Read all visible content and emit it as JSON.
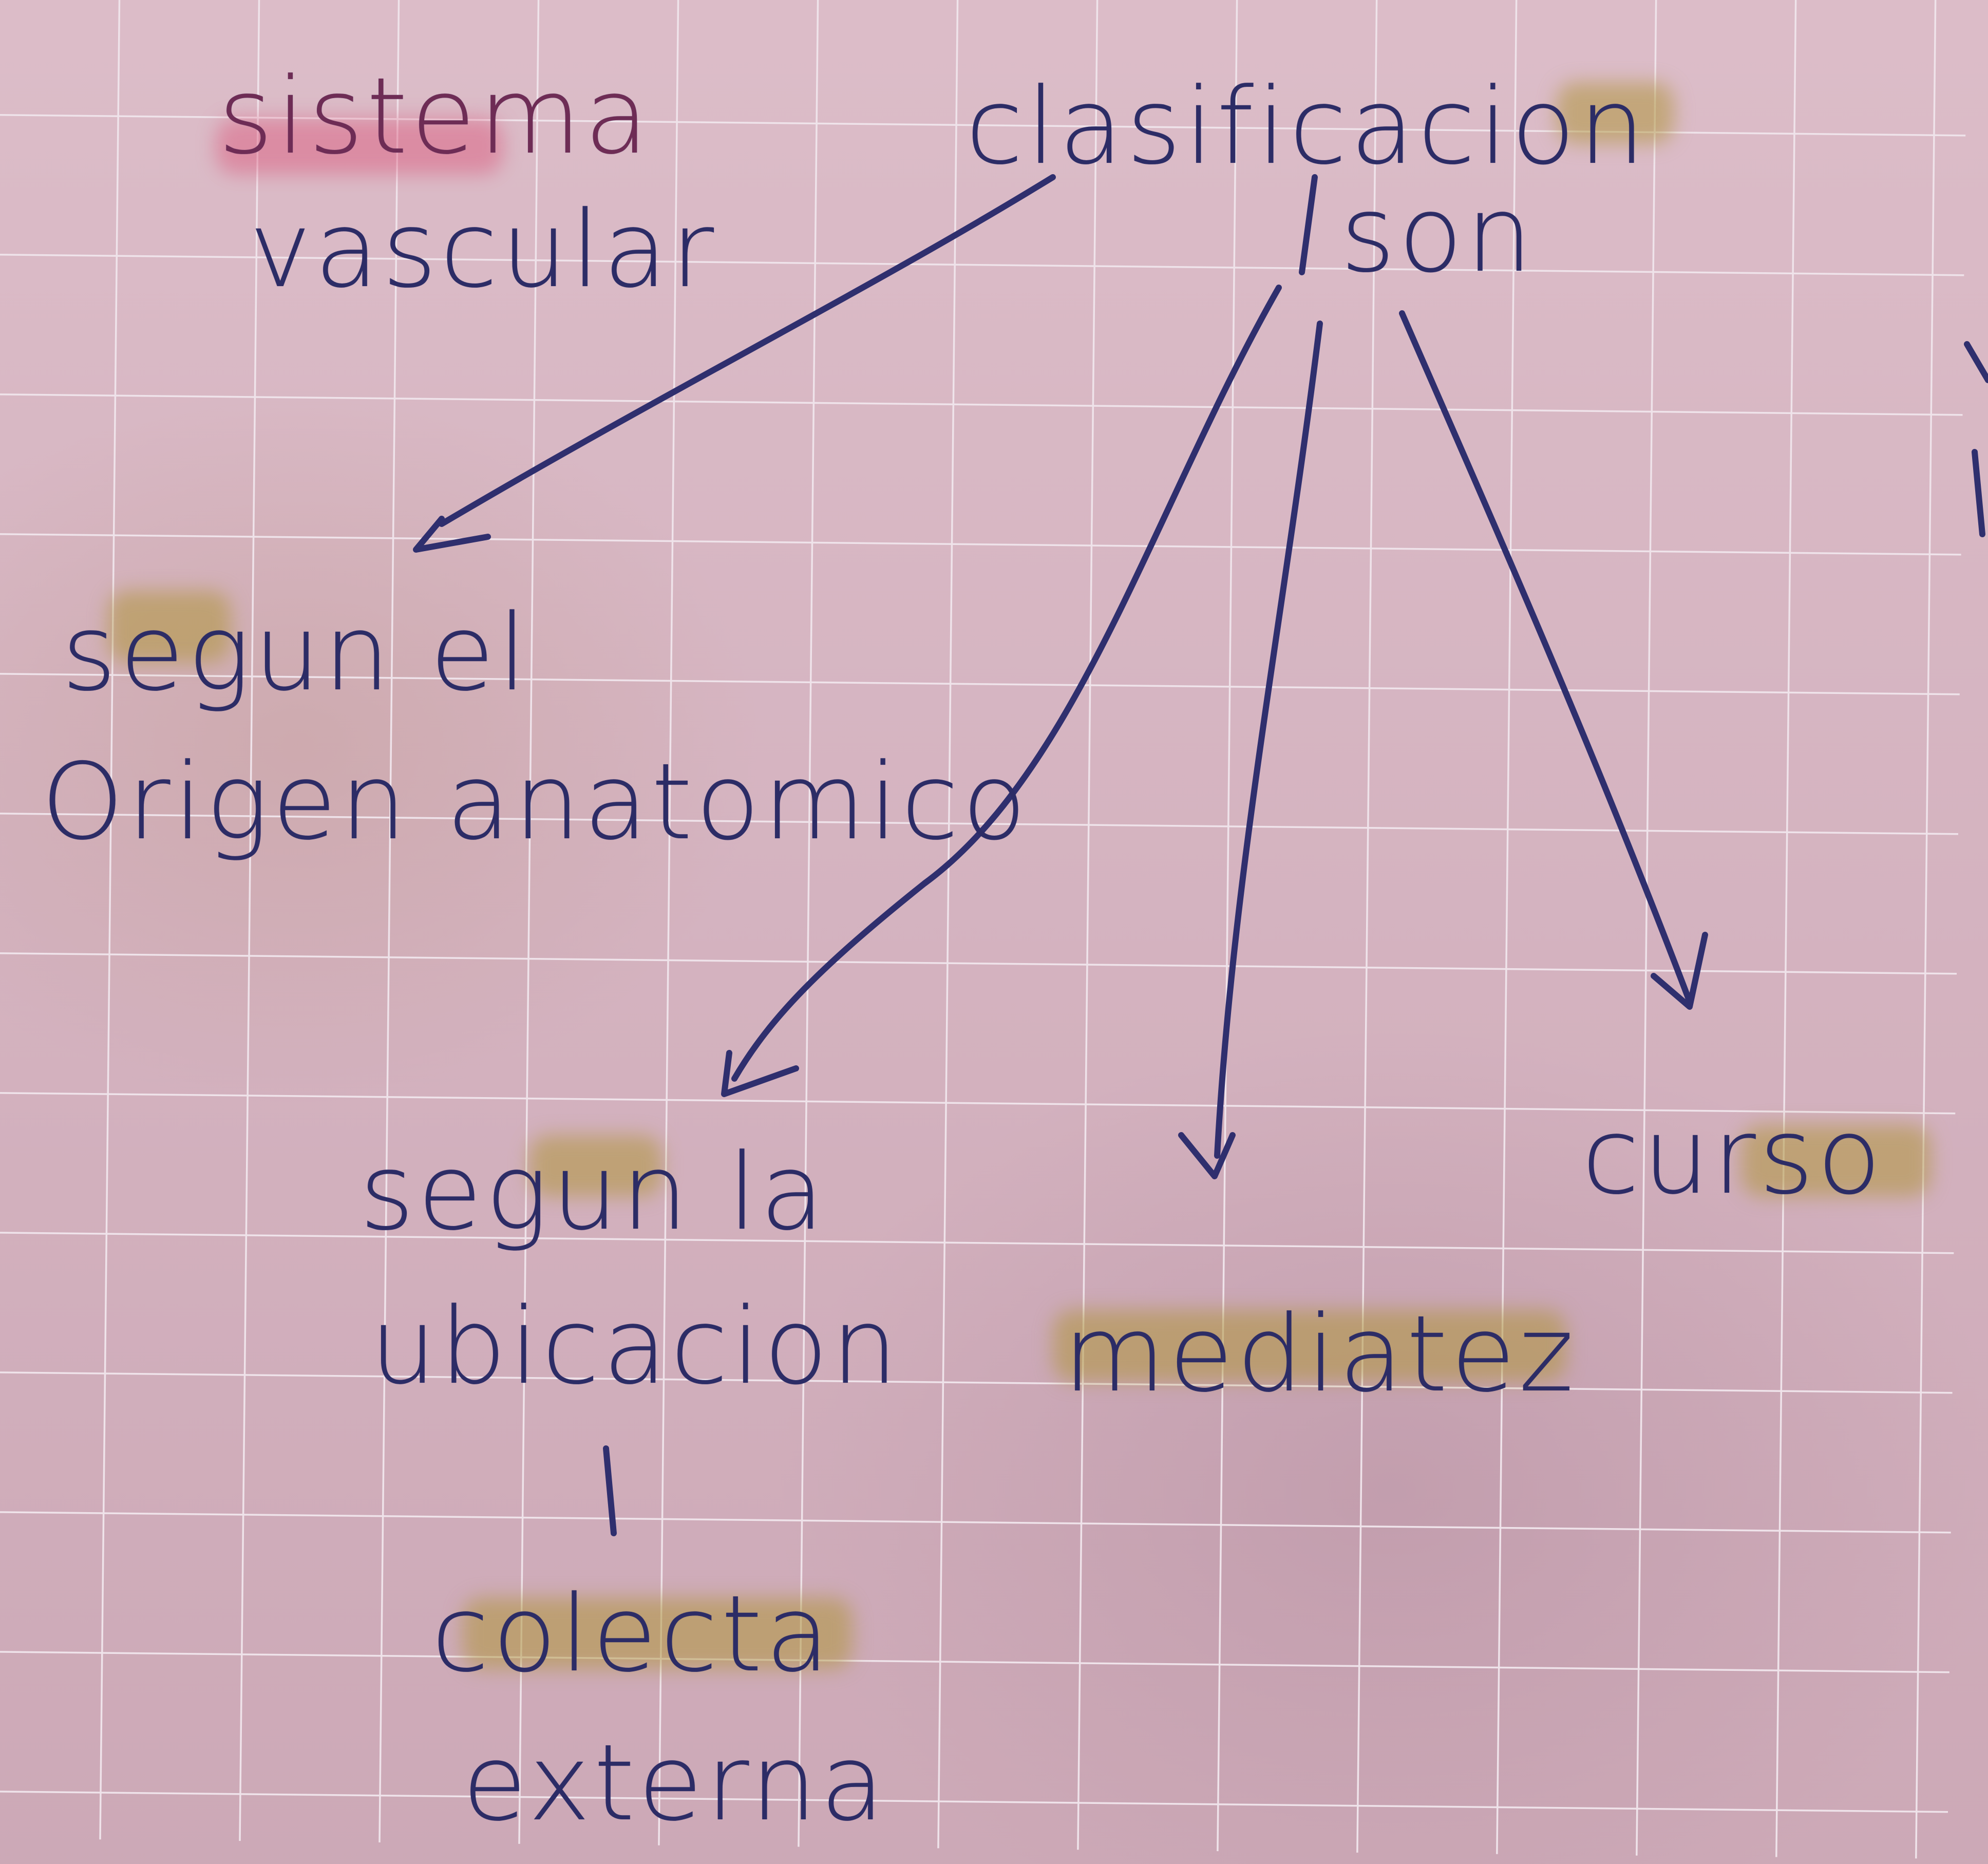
{
  "diagram": {
    "title": {
      "line1": "sistema",
      "line2": "vascular"
    },
    "root": {
      "label": "clasificacion",
      "connector": "son"
    },
    "nodes": {
      "origen": {
        "line1": "segun el",
        "line2": "Origen anatomico"
      },
      "ubicacion": {
        "line1": "segun la",
        "line2": "ubicacion"
      },
      "mediatez": {
        "label": "mediatez"
      },
      "curso": {
        "label": "curso"
      },
      "colecta": {
        "line1": "colecta",
        "line2": "externa"
      }
    }
  },
  "colors": {
    "paper": "#d8b5c2",
    "grid": "#ecdde4",
    "ink": "#2c2c66",
    "ink_red": "#6e2c55",
    "highlight": "#af963c"
  }
}
